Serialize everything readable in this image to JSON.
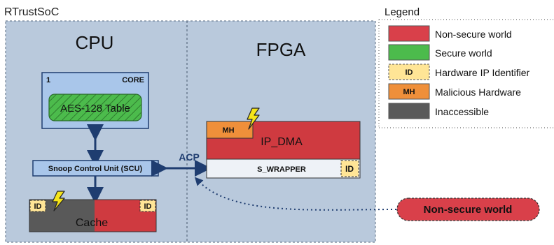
{
  "title": "RTrustSoC",
  "cpu": {
    "label": "CPU",
    "core": {
      "number": "1",
      "label": "CORE",
      "aes_table": "AES-128 Table"
    },
    "scu": "Snoop Control Unit (SCU)",
    "cache": {
      "label": "Cache",
      "id_left": "ID",
      "id_right": "ID"
    }
  },
  "fpga": {
    "label": "FPGA",
    "ip_dma": {
      "label": "IP_DMA",
      "mh": "MH"
    },
    "wrapper": {
      "label": "S_WRAPPER",
      "id": "ID"
    }
  },
  "acp": "ACP",
  "callout": "Non-secure world",
  "legend": {
    "title": "Legend",
    "items": [
      {
        "swatch": "",
        "label": "Non-secure world",
        "color": "#d9404a"
      },
      {
        "swatch": "",
        "label": "Secure world",
        "color": "#4cbb4c"
      },
      {
        "swatch": "ID",
        "label": "Hardware IP Identifier",
        "color": "#ffe596"
      },
      {
        "swatch": "MH",
        "label": "Malicious Hardware",
        "color": "#ef8f3a"
      },
      {
        "swatch": "",
        "label": "Inaccessible",
        "color": "#595959"
      }
    ]
  },
  "colors": {
    "panel": "#b9c9dc",
    "core": "#a9c6ea",
    "nonsecure": "#cf3a40",
    "secure": "#4cbb4c",
    "id": "#ffe596",
    "mh": "#ef8f3a",
    "inaccessible": "#595959",
    "arrow": "#1f3d70"
  }
}
